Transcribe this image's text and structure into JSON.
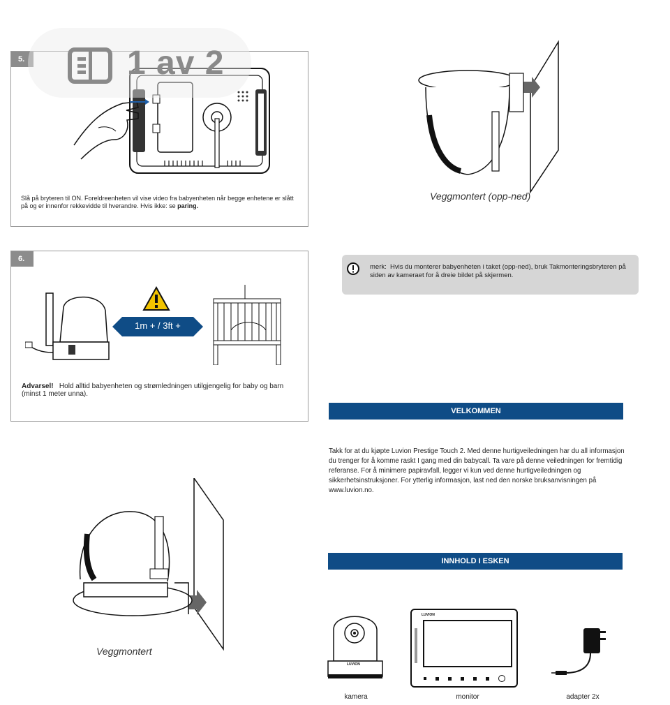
{
  "page_indicator": {
    "text": "1 av 2",
    "icon": "sidebar-icon"
  },
  "step5": {
    "number": "5.",
    "text": "Slå på bryteren til ON. Foreldreenheten vil vise video fra babyenheten når begge enhetene er slått på og er innenfor rekkevidde til hverandre. Hvis ikke: se ",
    "bold": "paring."
  },
  "step6": {
    "number": "6.",
    "distance": "1m + / 3ft +",
    "warning_bold": "Advarsel!",
    "warning_text": "Hold alltid babyenheten og strømledningen utilgjengelig for baby og barn (minst 1 meter unna)."
  },
  "wall_upside": {
    "caption": "Veggmontert (opp-ned)"
  },
  "wall_normal": {
    "caption": "Veggmontert"
  },
  "note": {
    "label": "merk:",
    "text": "Hvis du monterer babyenheten i taket (opp-ned), bruk Takmonteringsbryteren på siden av kameraet for å dreie bildet på skjermen."
  },
  "welcome": {
    "title": "VELKOMMEN",
    "body": "Takk for at du kjøpte Luvion Prestige Touch 2. Med denne hurtigveiledningen har du all informasjon du trenger for å komme raskt I gang med din babycall. Ta vare på denne veiledningen for  fremtidig referanse. For å minimere papiravfall, legger vi kun ved denne hurtigveiledningen og  sikkerhetsinstruksjoner. For ytterlig informasjon, last ned den norske bruksanvisningen på www.luvion.no."
  },
  "box": {
    "title": "INNHOLD I ESKEN",
    "items": [
      {
        "label": "kamera"
      },
      {
        "label": "monitor"
      },
      {
        "label": "adapter 2x"
      }
    ],
    "brand": "LUVION"
  },
  "colors": {
    "banner": "#0f4c86",
    "note_bg": "#d6d6d6",
    "badge": "#8c8c8c",
    "warning": "#f2c400"
  }
}
